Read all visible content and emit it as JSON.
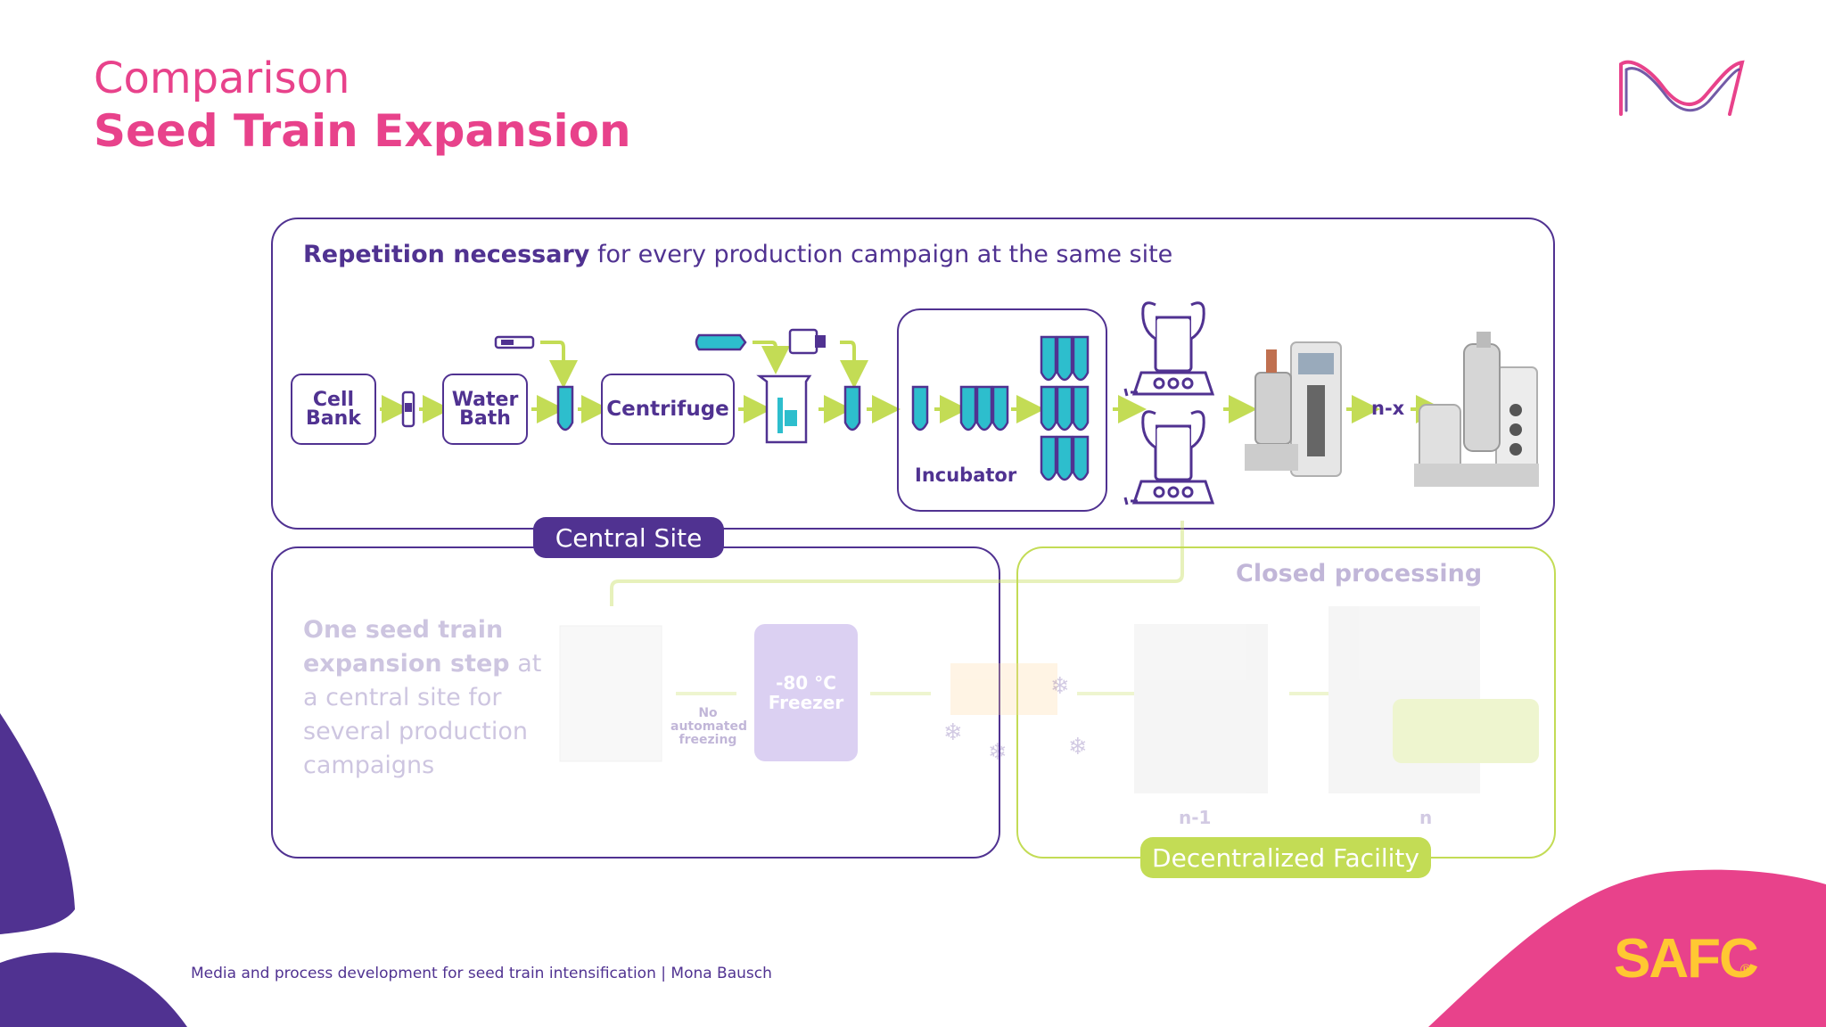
{
  "title": {
    "line1": "Comparison",
    "line2": "Seed Train Expansion"
  },
  "top_panel": {
    "headline_bold": "Repetition necessary",
    "headline_rest": " for every production campaign at the same site",
    "steps": {
      "cell_bank": "Cell\nBank",
      "water_bath": "Water\nBath",
      "centrifuge": "Centrifuge",
      "incubator": "Incubator"
    },
    "scale_label": "n-x",
    "site_label": "Central Site"
  },
  "left_panel": {
    "text_bold": "One seed train expansion step",
    "text_rest": " at a central site for several production campaigns",
    "freezer": "-80 °C\nFreezer",
    "no_auto": "No automated freezing"
  },
  "right_panel": {
    "heading": "Closed processing",
    "label_n1": "n-1",
    "label_n": "n",
    "site_label": "Decentralized Facility"
  },
  "footer": "Media and process development for seed train intensification | Mona Bausch",
  "brand": {
    "safc": "SAFC",
    "reg": "®"
  },
  "colors": {
    "purple": "#503291",
    "pink": "#E8428B",
    "green": "#C3DC55",
    "cyan": "#2DBECD",
    "yellow": "#FFC832"
  }
}
